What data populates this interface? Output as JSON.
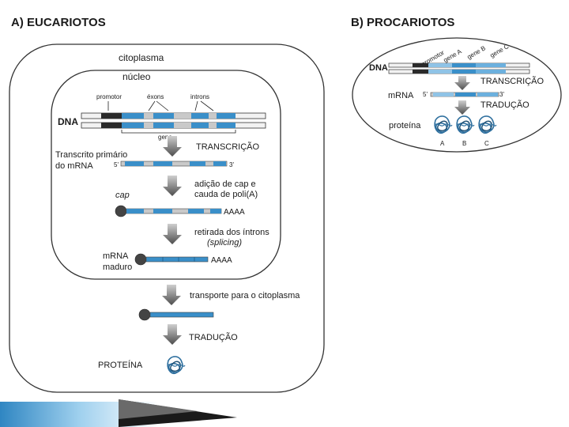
{
  "eucariotos": {
    "title": "A) EUCARIOTOS",
    "citoplasma": "citoplasma",
    "nucleo": "núcleo",
    "promotor": "promotor",
    "exons": "éxons",
    "introns": "introns",
    "dna": "DNA",
    "gene": "gene",
    "transcricao": "TRANSCRIÇÃO",
    "transcrito_l1": "Transcrito primário",
    "transcrito_l2": "do mRNA",
    "five_prime": "5'",
    "three_prime": "3'",
    "adicao_l1": "adição de cap e",
    "adicao_l2": "cauda de poli(A)",
    "cap": "cap",
    "aaaa": "AAAA",
    "retirada_l1": "retirada dos íntrons",
    "retirada_l2": "(splicing)",
    "mrna_l1": "mRNA",
    "mrna_l2": "maduro",
    "aaaa2": "AAAA",
    "transporte": "transporte para o citoplasma",
    "traducao": "TRADUÇÃO",
    "proteina": "PROTEÍNA"
  },
  "procariotos": {
    "title": "B) PROCARIOTOS",
    "dna": "DNA",
    "promotor": "promotor",
    "gene_a": "gene A",
    "gene_b": "gene B",
    "gene_c": "gene C",
    "transcricao": "TRANSCRIÇÃO",
    "mrna": "mRNA",
    "five_prime": "5'",
    "three_prime": "3'",
    "traducao": "TRADUÇÃO",
    "proteina": "proteína",
    "prot_a": "A",
    "prot_b": "B",
    "prot_c": "C"
  },
  "colors": {
    "exon": "#3a8fc9",
    "intron": "#c9c9c9",
    "promoter": "#2a2a2a",
    "arrow": "#555555",
    "footer_accent": "#4a9fd0"
  }
}
